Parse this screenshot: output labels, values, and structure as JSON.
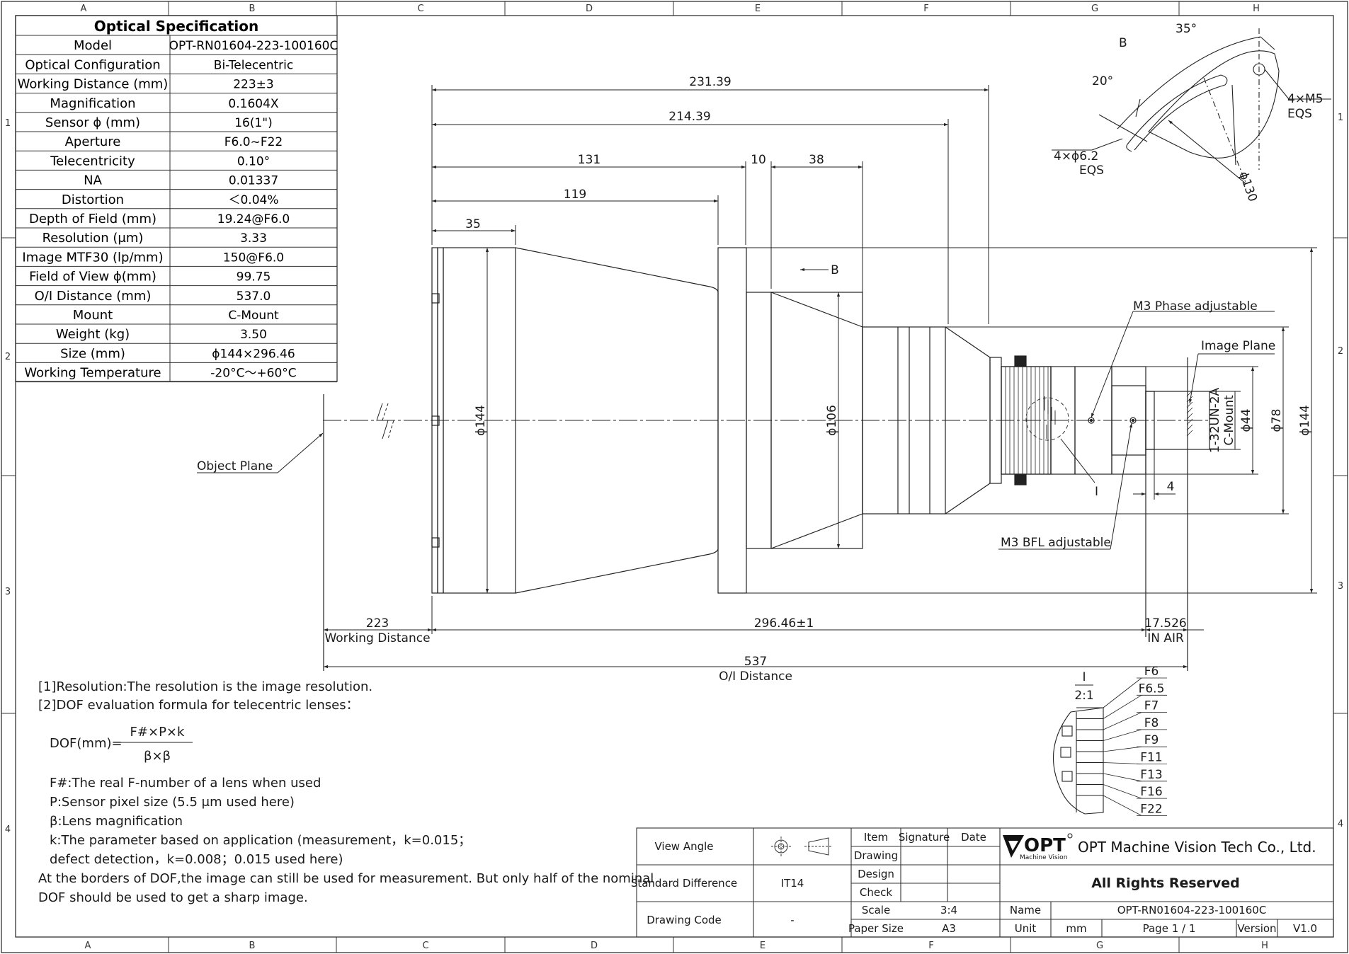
{
  "border": {
    "columns": [
      "A",
      "B",
      "C",
      "D",
      "E",
      "F",
      "G",
      "H"
    ],
    "rows": [
      "1",
      "2",
      "3",
      "4"
    ]
  },
  "spec": {
    "title": "Optical Specification",
    "rows": [
      {
        "label": "Model",
        "value": "OPT-RN01604-223-100160C"
      },
      {
        "label": "Optical Configuration",
        "value": "Bi-Telecentric"
      },
      {
        "label": "Working Distance (mm)",
        "value": "223±3"
      },
      {
        "label": "Magnification",
        "value": "0.1604X"
      },
      {
        "label": "Sensor ϕ (mm)",
        "value": "16(1\")"
      },
      {
        "label": "Aperture",
        "value": "F6.0~F22"
      },
      {
        "label": "Telecentricity",
        "value": "0.10°"
      },
      {
        "label": "NA",
        "value": "0.01337"
      },
      {
        "label": "Distortion",
        "value": "＜0.04%"
      },
      {
        "label": "Depth of Field (mm)",
        "value": "19.24@F6.0"
      },
      {
        "label": "Resolution (μm)",
        "value": "3.33"
      },
      {
        "label": "Image MTF30 (lp/mm)",
        "value": "150@F6.0"
      },
      {
        "label": "Field of View ϕ(mm)",
        "value": "99.75"
      },
      {
        "label": "O/I Distance (mm)",
        "value": "537.0"
      },
      {
        "label": "Mount",
        "value": "C-Mount"
      },
      {
        "label": "Weight (kg)",
        "value": "3.50"
      },
      {
        "label": "Size (mm)",
        "value": "ϕ144×296.46"
      },
      {
        "label": "Working Temperature",
        "value": "-20°C～+60°C"
      }
    ]
  },
  "dims": {
    "d231": "231.39",
    "d214": "214.39",
    "d131": "131",
    "d10": "10",
    "d38": "38",
    "d119": "119",
    "d35": "35",
    "dia144": "ϕ144",
    "dia106": "ϕ106",
    "dia144r": "ϕ144",
    "dia78": "ϕ78",
    "dia44": "ϕ44",
    "thread": "1-32UN-2A",
    "cmount": "C-Mount",
    "d4": "4",
    "wd": "223",
    "wd_label": "Working Distance",
    "length": "296.46±1",
    "bfl": "17.526",
    "bfl_label": "IN AIR",
    "oi": "537",
    "oi_label": "O/I Distance",
    "sec_b": "B"
  },
  "callouts": {
    "object_plane": "Object Plane",
    "image_plane": "Image Plane",
    "phase": "M3 Phase adjustable",
    "bfl": "M3 BFL adjustable",
    "detail_i": "I"
  },
  "view_b": {
    "b": "B",
    "a35": "35°",
    "a20": "20°",
    "m5": "4×M5",
    "eqs1": "EQS",
    "hole": "4×ϕ6.2",
    "eqs2": "EQS",
    "dia130": "ϕ130"
  },
  "detail": {
    "label": "I",
    "scale": "2:1",
    "stops": [
      "F6",
      "F6.5",
      "F7",
      "F8",
      "F9",
      "F11",
      "F13",
      "F16",
      "F22"
    ]
  },
  "notes": {
    "n1": "[1]Resolution:The resolution is  the image resolution.",
    "n2": "[2]DOF evaluation formula for telecentric lenses：",
    "formula_lhs": "DOF(mm)=",
    "formula_num": "F#×P×k",
    "formula_den": "β×β",
    "d1": "F#:The real F-number of a lens when used",
    "d2": "P:Sensor pixel size (5.5 μm used here)",
    "d3": "β:Lens magnification",
    "d4": "k:The parameter based on application (measurement，k=0.015；",
    "d5": "defect detection，k=0.008；0.015 used here)",
    "d6": "At the borders of DOF,the image can still be used for measurement. But only half of the nominal",
    "d7": "DOF should be used to get a sharp image."
  },
  "title_block": {
    "view_angle": "View Angle",
    "std_diff": "Standard Difference",
    "std_val": "IT14",
    "drawing_code": "Drawing Code",
    "code_val": "-",
    "item": "Item",
    "signature": "Signature",
    "date": "Date",
    "drawing": "Drawing",
    "design": "Design",
    "check": "Check",
    "scale": "Scale",
    "scale_val": "3:4",
    "paper": "Paper Size",
    "paper_val": "A3",
    "logo": "OPT",
    "logo_sub": "Machine Vision",
    "company": "OPT Machine Vision Tech Co., Ltd.",
    "rights": "All Rights Reserved",
    "name": "Name",
    "name_val": "OPT-RN01604-223-100160C",
    "unit": "Unit",
    "unit_val": "mm",
    "page": "Page  1 / 1",
    "version": "Version",
    "version_val": "V1.0"
  }
}
